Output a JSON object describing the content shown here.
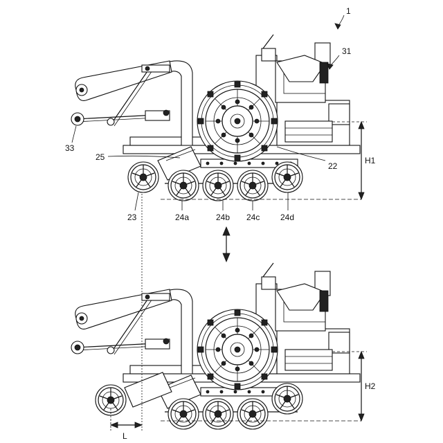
{
  "labels": {
    "machine": "1",
    "unit31": "31",
    "arm33": "33",
    "part25": "25",
    "part22": "22",
    "wheel23": "23",
    "wheel24a": "24a",
    "wheel24b": "24b",
    "wheel24c": "24c",
    "wheel24d": "24d",
    "height1": "H1",
    "height2": "H2",
    "offset": "L"
  }
}
